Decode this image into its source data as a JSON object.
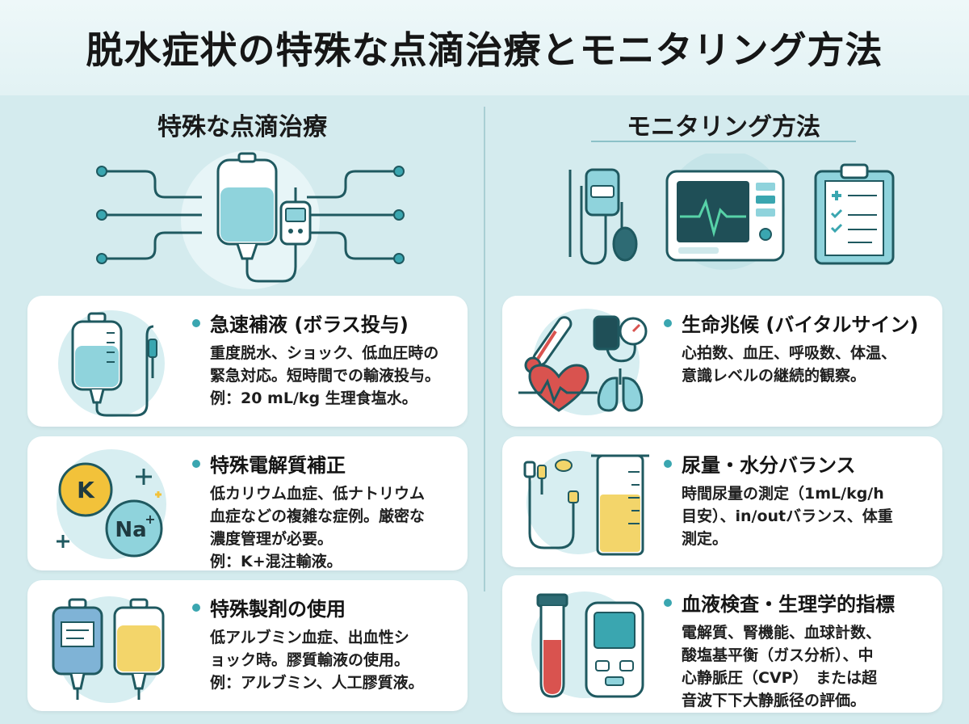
{
  "title": "脱水症状の特殊な点滴治療とモニタリング方法",
  "left": {
    "heading": "特殊な点滴治療",
    "cards": [
      {
        "title": "急速補液 (ボラス投与)",
        "body": "重度脱水、ショック、低血圧時の\n緊急対応。短時間での輸液投与。\n例：20 mL/kg 生理食塩水。"
      },
      {
        "title": "特殊電解質補正",
        "body": "低カリウム血症、低ナトリウム\n血症などの複雑な症例。厳密な\n濃度管理が必要。\n例：K+混注輸液。"
      },
      {
        "title": "特殊製剤の使用",
        "body": "低アルブミン血症、出血性シ\nョック時。膠質輸液の使用。\n例：アルブミン、人工膠質液。"
      }
    ],
    "ion_labels": {
      "k": "K",
      "na": "Na",
      "plus": "+"
    }
  },
  "right": {
    "heading": "モニタリング方法",
    "cards": [
      {
        "title": "生命兆候 (バイタルサイン)",
        "body": "心拍数、血圧、呼吸数、体温、\n意識レベルの継続的観察。"
      },
      {
        "title": "尿量・水分バランス",
        "body": "時間尿量の測定（1mL/kg/h\n目安）、in/outバランス、体重\n測定。"
      },
      {
        "title": "血液検査・生理学的指標",
        "body": "電解質、腎機能、血球計数、\n酸塩基平衡（ガス分析）、中\n心静脈圧（CVP）　または超\n音波下下大静脈径の評価。"
      }
    ]
  },
  "colors": {
    "teal": "#3aa6b0",
    "fluid_blue": "#8fd3dc",
    "fluid_yellow": "#f3d56a",
    "kcircle": "#f2c23a",
    "nacircle": "#8fd3dc",
    "red": "#d9534f",
    "dark_teal": "#1f5960"
  }
}
